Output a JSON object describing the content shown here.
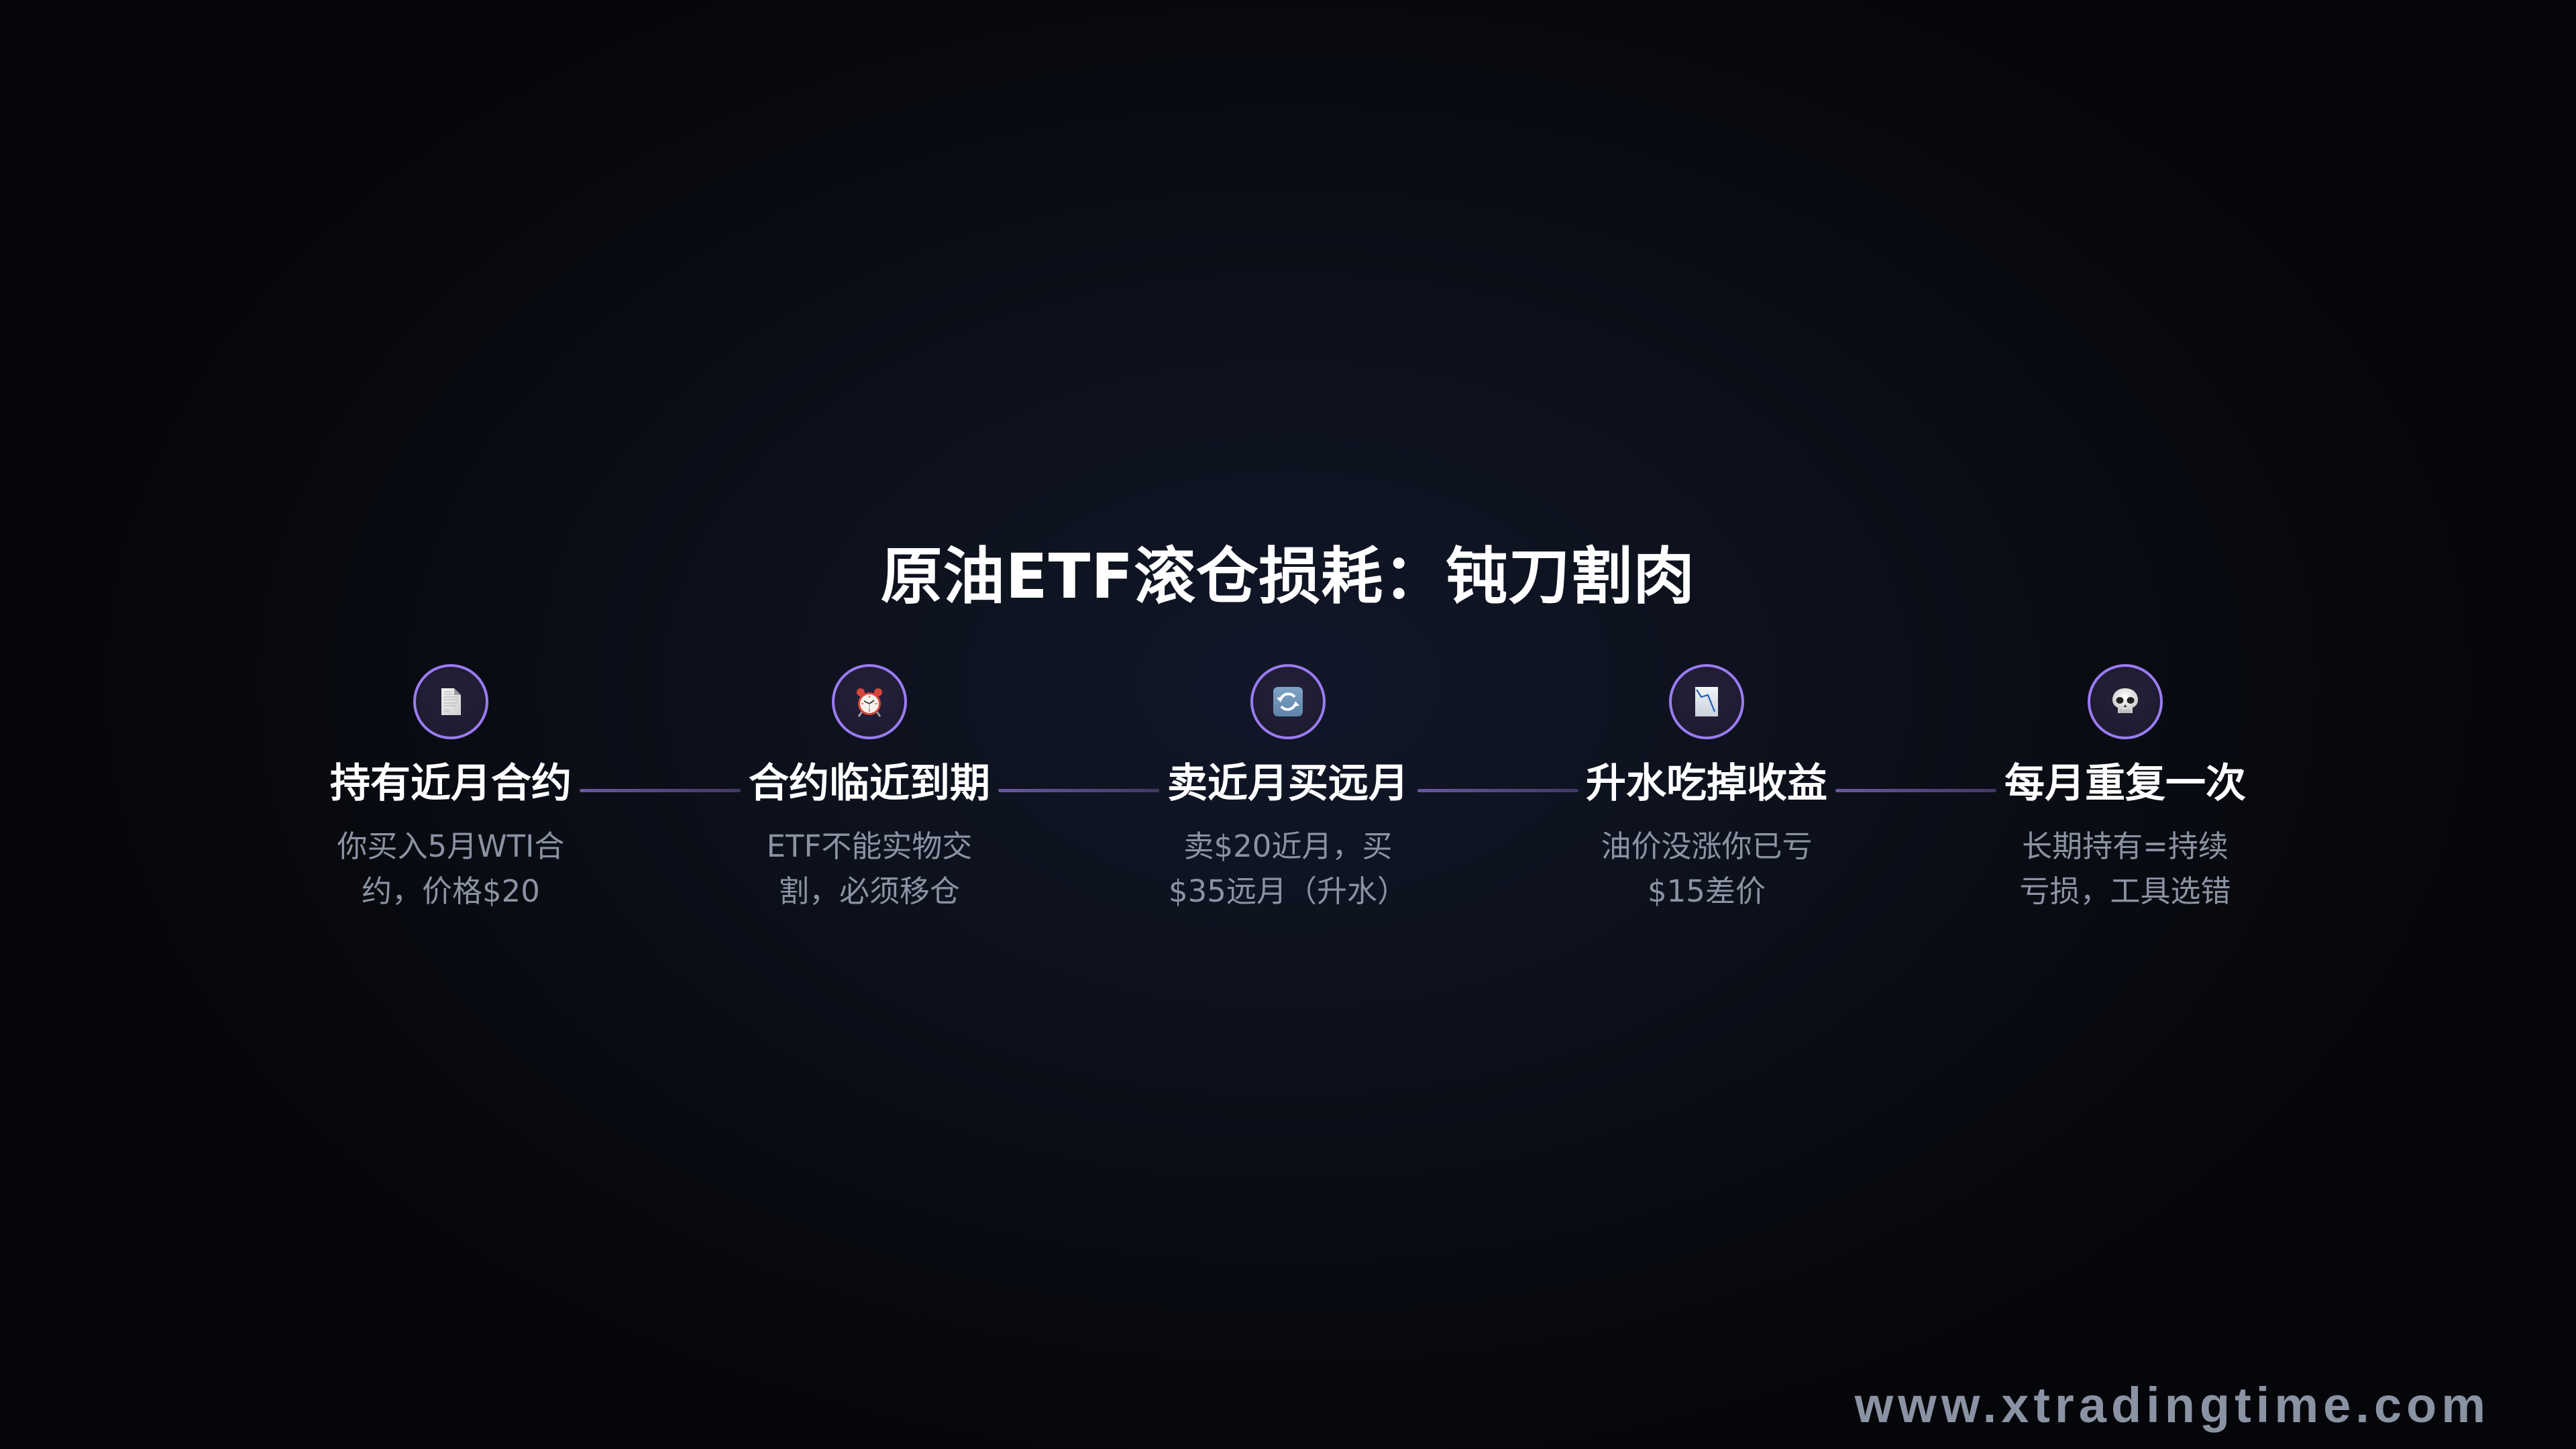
{
  "title": "原油ETF滚仓损耗：钝刀割肉",
  "colors": {
    "accent_ring": "#9b7cf2",
    "connector": "#6a56a2",
    "heading_text": "#ffffff",
    "description_text": "#8b93a3",
    "background": "#0d111c"
  },
  "steps": [
    {
      "icon": "page-document-icon",
      "heading": "持有近月合约",
      "description": [
        "你买入5月WTI合",
        "约，价格$20"
      ]
    },
    {
      "icon": "alarm-clock-icon",
      "heading": "合约临近到期",
      "description": [
        "ETF不能实物交",
        "割，必须移仓"
      ]
    },
    {
      "icon": "refresh-arrows-icon",
      "heading": "卖近月买远月",
      "description": [
        "卖$20近月，买",
        "$35远月（升水）"
      ]
    },
    {
      "icon": "chart-decreasing-icon",
      "heading": "升水吃掉收益",
      "description": [
        "油价没涨你已亏",
        "$15差价"
      ]
    },
    {
      "icon": "skull-icon",
      "heading": "每月重复一次",
      "description": [
        "长期持有=持续",
        "亏损，工具选错"
      ]
    }
  ],
  "footer": {
    "website": "www.xtradingtime.com"
  }
}
